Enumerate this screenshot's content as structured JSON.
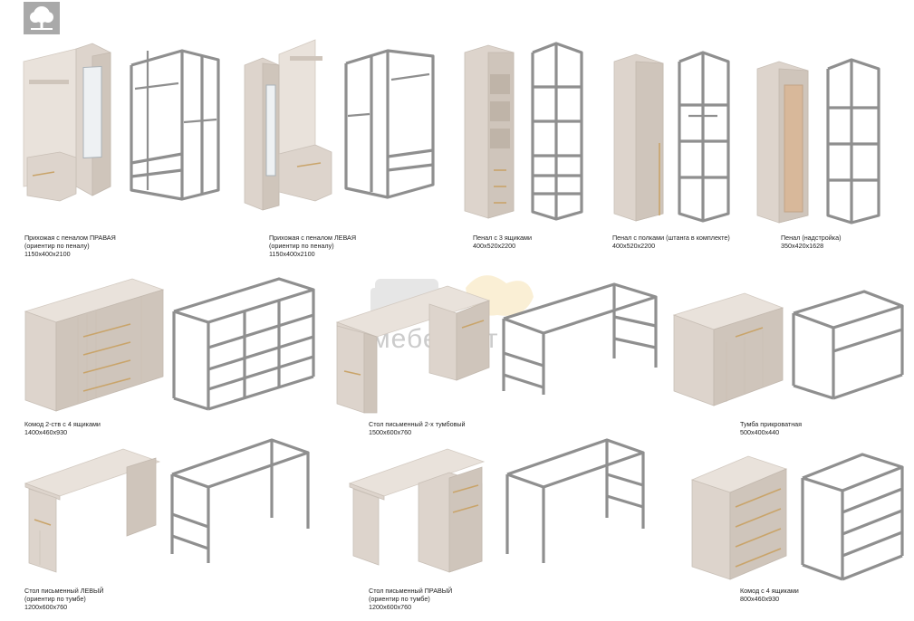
{
  "watermark": "мебеласт",
  "items": [
    {
      "id": "hall-right",
      "lines": [
        "Прихожая с пеналом ПРАВАЯ",
        "(ориентир по пеналу)",
        "1150x400x2100"
      ]
    },
    {
      "id": "hall-left",
      "lines": [
        "Прихожая с пеналом ЛЕВАЯ",
        "(ориентир по пеналу)",
        "1150x400x2100"
      ]
    },
    {
      "id": "pencil-3-drawers",
      "lines": [
        "Пенал с 3 ящиками",
        "400x520x2200"
      ]
    },
    {
      "id": "pencil-shelves",
      "lines": [
        "Пенал с полками (штанга в комплекте)",
        "400x520x2200"
      ]
    },
    {
      "id": "pencil-top",
      "lines": [
        "Пенал (надстройка)",
        "350x420x1628"
      ]
    },
    {
      "id": "dresser-2door",
      "lines": [
        "Комод 2-ств с 4 ящиками",
        "1400x460x930"
      ]
    },
    {
      "id": "desk-2pedestal",
      "lines": [
        "Стол письменный 2-х тумбовый",
        "1500x600x760"
      ]
    },
    {
      "id": "nightstand",
      "lines": [
        "Тумба прикроватная",
        "500x400x440"
      ]
    },
    {
      "id": "desk-left",
      "lines": [
        "Стол письменный ЛЕВЫЙ",
        "(ориентир по тумбе)",
        "1200x600x760"
      ]
    },
    {
      "id": "desk-right",
      "lines": [
        "Стол письменный ПРАВЫЙ",
        "(ориентир по тумбе)",
        "1200x600x760"
      ]
    },
    {
      "id": "dresser-4drawers",
      "lines": [
        "Комод с 4 ящиками",
        "800x460x930"
      ]
    }
  ]
}
